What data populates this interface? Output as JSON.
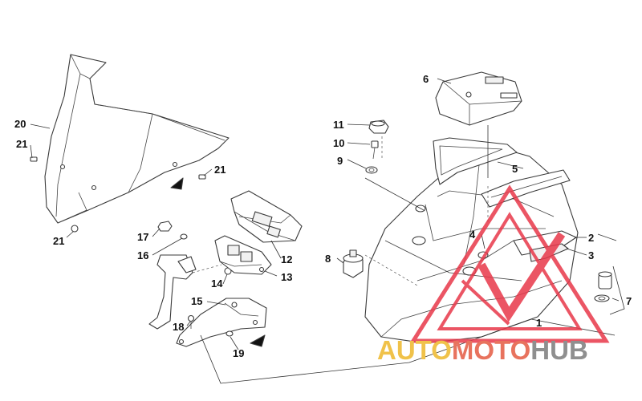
{
  "callouts": {
    "c1": "1",
    "c2": "2",
    "c3": "3",
    "c4": "4",
    "c5": "5",
    "c6": "6",
    "c7": "7",
    "c8": "8",
    "c9": "9",
    "c10": "10",
    "c11": "11",
    "c12": "12",
    "c13": "13",
    "c14": "14",
    "c15": "15",
    "c16": "16",
    "c17": "17",
    "c18": "18",
    "c19": "19",
    "c20": "20",
    "c21a": "21",
    "c21b": "21",
    "c21c": "21"
  },
  "watermark": {
    "part1": "AUTO",
    "part2": "MOTO",
    "part3": "HUB",
    "color1": "#f0c24a",
    "color2": "#e8735e",
    "color3": "#8f8f8f",
    "logo_color": "#e8384a"
  }
}
